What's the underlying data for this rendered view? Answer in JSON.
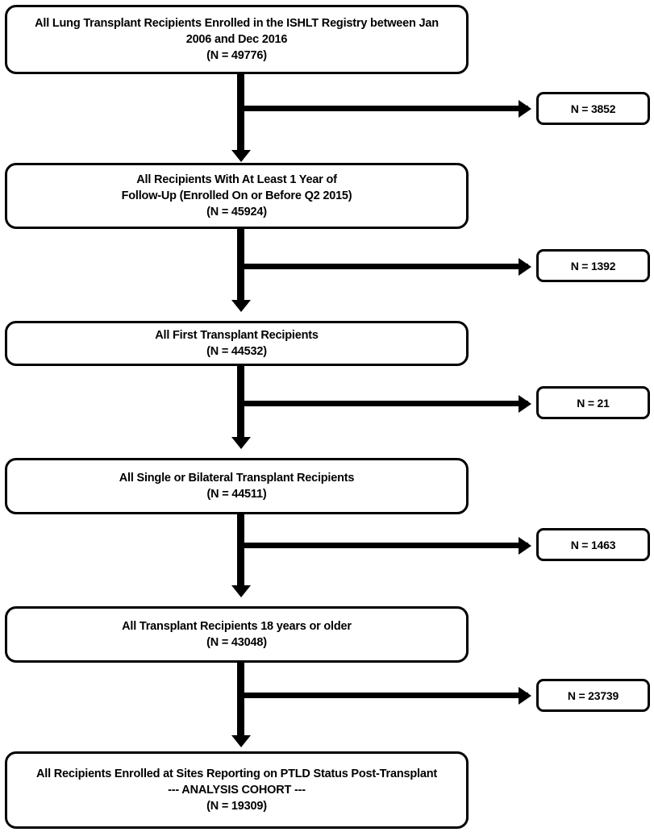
{
  "diagram": {
    "title": "Study cohort selection flow diagram",
    "stroke_color": "#000000",
    "background_color": "#ffffff",
    "steps": [
      {
        "id": "step-1",
        "lines": [
          "All Lung Transplant Recipients Enrolled in the ISHLT Registry between Jan 2006 and Dec 2016",
          "(N = 49776)"
        ],
        "line1": "All Lung Transplant Recipients Enrolled in the ISHLT Registry between Jan 2006 and Dec 2016",
        "line2": "(N = 49776)",
        "n": 49776
      },
      {
        "id": "step-2",
        "lines": [
          "All Recipients With At Least 1 Year of",
          "Follow-Up (Enrolled On or Before Q2 2015)",
          "(N = 45924)"
        ],
        "line1": "All Recipients With At Least 1 Year of",
        "line2": "Follow-Up (Enrolled On or Before Q2 2015)",
        "line3": "(N = 45924)",
        "n": 45924
      },
      {
        "id": "step-3",
        "lines": [
          "All First Transplant Recipients",
          "(N = 44532)"
        ],
        "line1": "All First Transplant Recipients",
        "line2": "(N = 44532)",
        "n": 44532
      },
      {
        "id": "step-4",
        "lines": [
          "All Single or Bilateral Transplant Recipients",
          "(N = 44511)"
        ],
        "line1": "All Single or Bilateral Transplant Recipients",
        "line2": "(N = 44511)",
        "n": 44511
      },
      {
        "id": "step-5",
        "lines": [
          "All Transplant Recipients 18 years or older",
          "(N = 43048)"
        ],
        "line1": "All Transplant Recipients 18 years or older",
        "line2": "(N = 43048)",
        "n": 43048
      },
      {
        "id": "step-6",
        "lines": [
          "All Recipients Enrolled at Sites Reporting on PTLD Status Post-Transplant",
          "--- ANALYSIS COHORT ---",
          "(N = 19309)"
        ],
        "line1": "All Recipients Enrolled at Sites Reporting on PTLD Status Post-Transplant",
        "line2": "--- ANALYSIS COHORT ---",
        "line3": "(N = 19309)",
        "n": 19309
      }
    ],
    "exclusions": [
      {
        "id": "exclusion-1",
        "label": "N = 3852",
        "n": 3852
      },
      {
        "id": "exclusion-2",
        "label": "N = 1392",
        "n": 1392
      },
      {
        "id": "exclusion-3",
        "label": "N = 21",
        "n": 21
      },
      {
        "id": "exclusion-4",
        "label": "N = 1463",
        "n": 1463
      },
      {
        "id": "exclusion-5",
        "label": "N = 23739",
        "n": 23739
      }
    ]
  }
}
